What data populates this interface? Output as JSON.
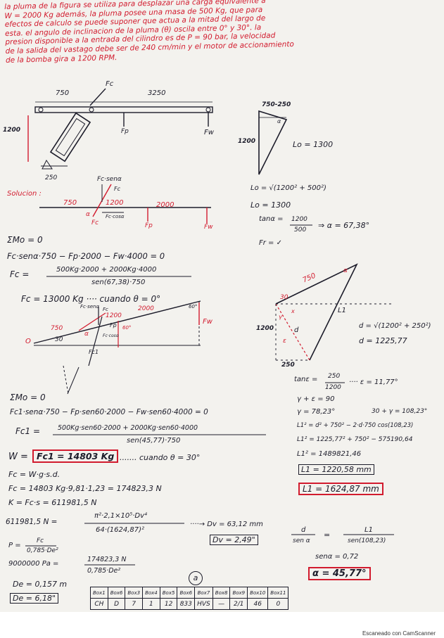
{
  "statement": [
    "la pluma de la figura se utiliza para desplazar una carga equivalente a",
    "W = 2000 Kg además, la pluma posee una masa de 500 Kg, que para",
    "efectos de calculo se puede suponer que actua a la mitad del largo de",
    "esta. el angulo de inclinacion de la pluma (θ) oscila entre 0° y 30°. la",
    "presion disponible a la entrada del cilindro es de P = 90 bar, la velocidad",
    "de la salida del vastago debe ser de 240 cm/min y el motor de accionamiento",
    "de la bomba gira a 1200 RPM."
  ],
  "fig1": {
    "d750": "750",
    "fc": "Fc",
    "d3250": "3250",
    "fp": "Fp",
    "fw": "Fw",
    "d1200": "1200",
    "d250": "250"
  },
  "tri1": {
    "top": "750-250",
    "ang": "α",
    "left": "1200",
    "lo": "Lo = 1300"
  },
  "sol": {
    "label": "Solucion :",
    "fcsen": "Fc·senα",
    "fc": "Fc",
    "d750": "750",
    "d1200": "1200",
    "d2000": "2000",
    "alpha": "α",
    "fccos": "Fc·cosα",
    "fcr": "Fc",
    "fp": "Fp",
    "fw": "Fw"
  },
  "lo": {
    "l1": "Lo = √(1200² + 500²)",
    "l2": "Lo = 1300",
    "tan": "tanα =",
    "num": "1200",
    "den": "500",
    "res": "⇒ α = 67,38°",
    "fr": "Fr = ✓"
  },
  "eq1": {
    "sum": "ΣMo = 0",
    "line": "Fc·senα·750 − Fp·2000 − Fw·4000 = 0",
    "fc_lhs": "Fc =",
    "num": "500Kg·2000 + 2000Kg·4000",
    "den": "sen(67,38)·750",
    "result": "Fc = 13000 Kg ···· cuando θ = 0°"
  },
  "fig2": {
    "fcsen": "Fc·senα",
    "fc": "Fc",
    "d1200": "1200",
    "d2000": "2000",
    "d750": "750",
    "o": "O",
    "d30": "30",
    "a": "α",
    "fccos": "Fc·cosα",
    "fp": "Fp",
    "fw": "Fw",
    "d60": "60°",
    "d60b": "60°",
    "fc1": "Fc1"
  },
  "tri2": {
    "d750": "750",
    "d30": "30",
    "a": "α",
    "x": "x",
    "r": "γ",
    "d": "d",
    "e": "ε",
    "l1": "L1",
    "d1200": "1200",
    "d250": "250"
  },
  "dres": {
    "l1": "d = √(1200² + 250²)",
    "l2": "d = 1225,77"
  },
  "eq2": {
    "sum": "ΣMo = 0",
    "line": "Fc1·senα·750 − Fp·sen60·2000 − Fw·sen60·4000 = 0",
    "fc1_lhs": "Fc1 =",
    "num": "500Kg·sen60·2000 + 2000Kg·sen60·4000",
    "den": "sen(45,77)·750",
    "w_label": "W =",
    "boxed": "Fc1 = 14803 Kg",
    "cuando": "....... cuando θ = 30°"
  },
  "right": {
    "tan": "tanε =",
    "tnum": "250",
    "tden": "1200",
    "tres": "···· ε = 11,77°",
    "r1": "γ + ε = 90",
    "r2": "γ = 78,23°",
    "r2b": "30 + γ = 108,23°",
    "law1": "L1² = d² + 750² − 2·d·750 cos(108,23)",
    "law2": "L1² = 1225,77² + 750² − 575190,64",
    "law3": "L1² = 1489821,46",
    "box1": "L1 = 1220,58 mm",
    "box2": "L1 = 1624,87 mm"
  },
  "buckling": {
    "l1": "Fc = W·g·s.d.",
    "l2": "Fc = 14803 Kg·9,81·1,23 = 174823,3 N",
    "l3": "K = Fc·s = 611981,5 N",
    "l4a": "611981,5 N =",
    "l4num": "π²·2,1×10⁵·Dv⁴",
    "l4den": "64·(1624,87)²",
    "l4res": "····→ Dv = 63,12 mm",
    "dv": "Dv = 2,49\""
  },
  "pressure": {
    "p": "P =",
    "pnum": "Fc",
    "pden": "0,785·De²",
    "p2": "9000000 Pa =",
    "p2num": "174823,3 N",
    "p2den": "0,785·De²",
    "de1": "De = 0,157 m",
    "de2": "De = 6,18\""
  },
  "sines": {
    "dn": "d",
    "dd": "sen α",
    "eq": "=",
    "ln": "L1",
    "ld": "sen(108,23)",
    "sen": "senα = 0,72",
    "alpha": "α = 45,77°"
  },
  "circle": "a",
  "table": {
    "headers": [
      "Box1",
      "Box6",
      "Box3",
      "Box4",
      "Box5",
      "Box6",
      "Box7",
      "Box8",
      "Box9",
      "Box10",
      "Box11"
    ],
    "values": [
      "CH",
      "D",
      "7",
      "1",
      "12",
      "833",
      "HVS",
      "—",
      "2/1",
      "46",
      "0"
    ]
  },
  "footer": "Escaneado con CamScanner"
}
